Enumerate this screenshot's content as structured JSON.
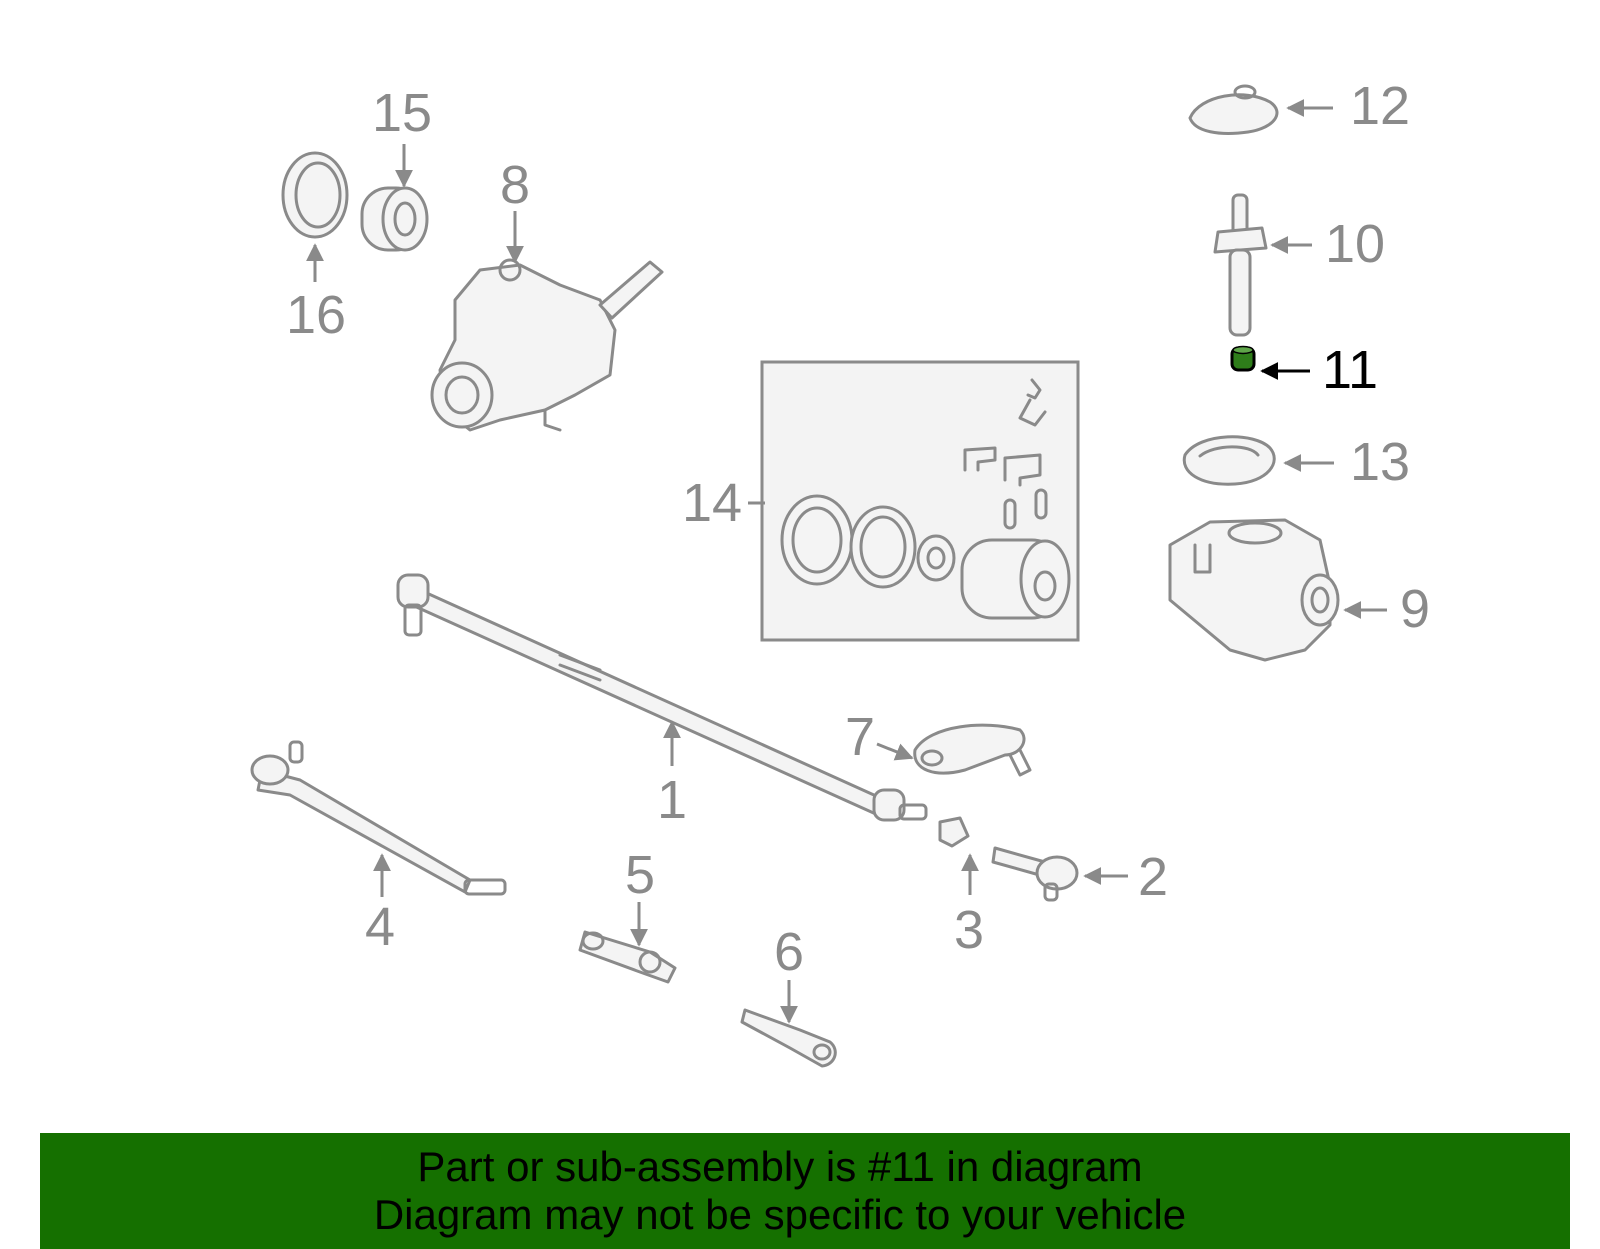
{
  "diagram": {
    "callouts": {
      "c1": "1",
      "c2": "2",
      "c3": "3",
      "c4": "4",
      "c5": "5",
      "c6": "6",
      "c7": "7",
      "c8": "8",
      "c9": "9",
      "c10": "10",
      "c11": "11",
      "c12": "12",
      "c13": "13",
      "c14": "14",
      "c15": "15",
      "c16": "16"
    },
    "highlighted_part": "11",
    "colors": {
      "line": "#8a8a8a",
      "highlight": "#2e7d1a",
      "banner": "#157000",
      "kit_box": "#f3f3f3"
    }
  },
  "banner": {
    "line1": "Part or sub-assembly is #11 in diagram",
    "line2": "Diagram may not be specific to your vehicle"
  }
}
